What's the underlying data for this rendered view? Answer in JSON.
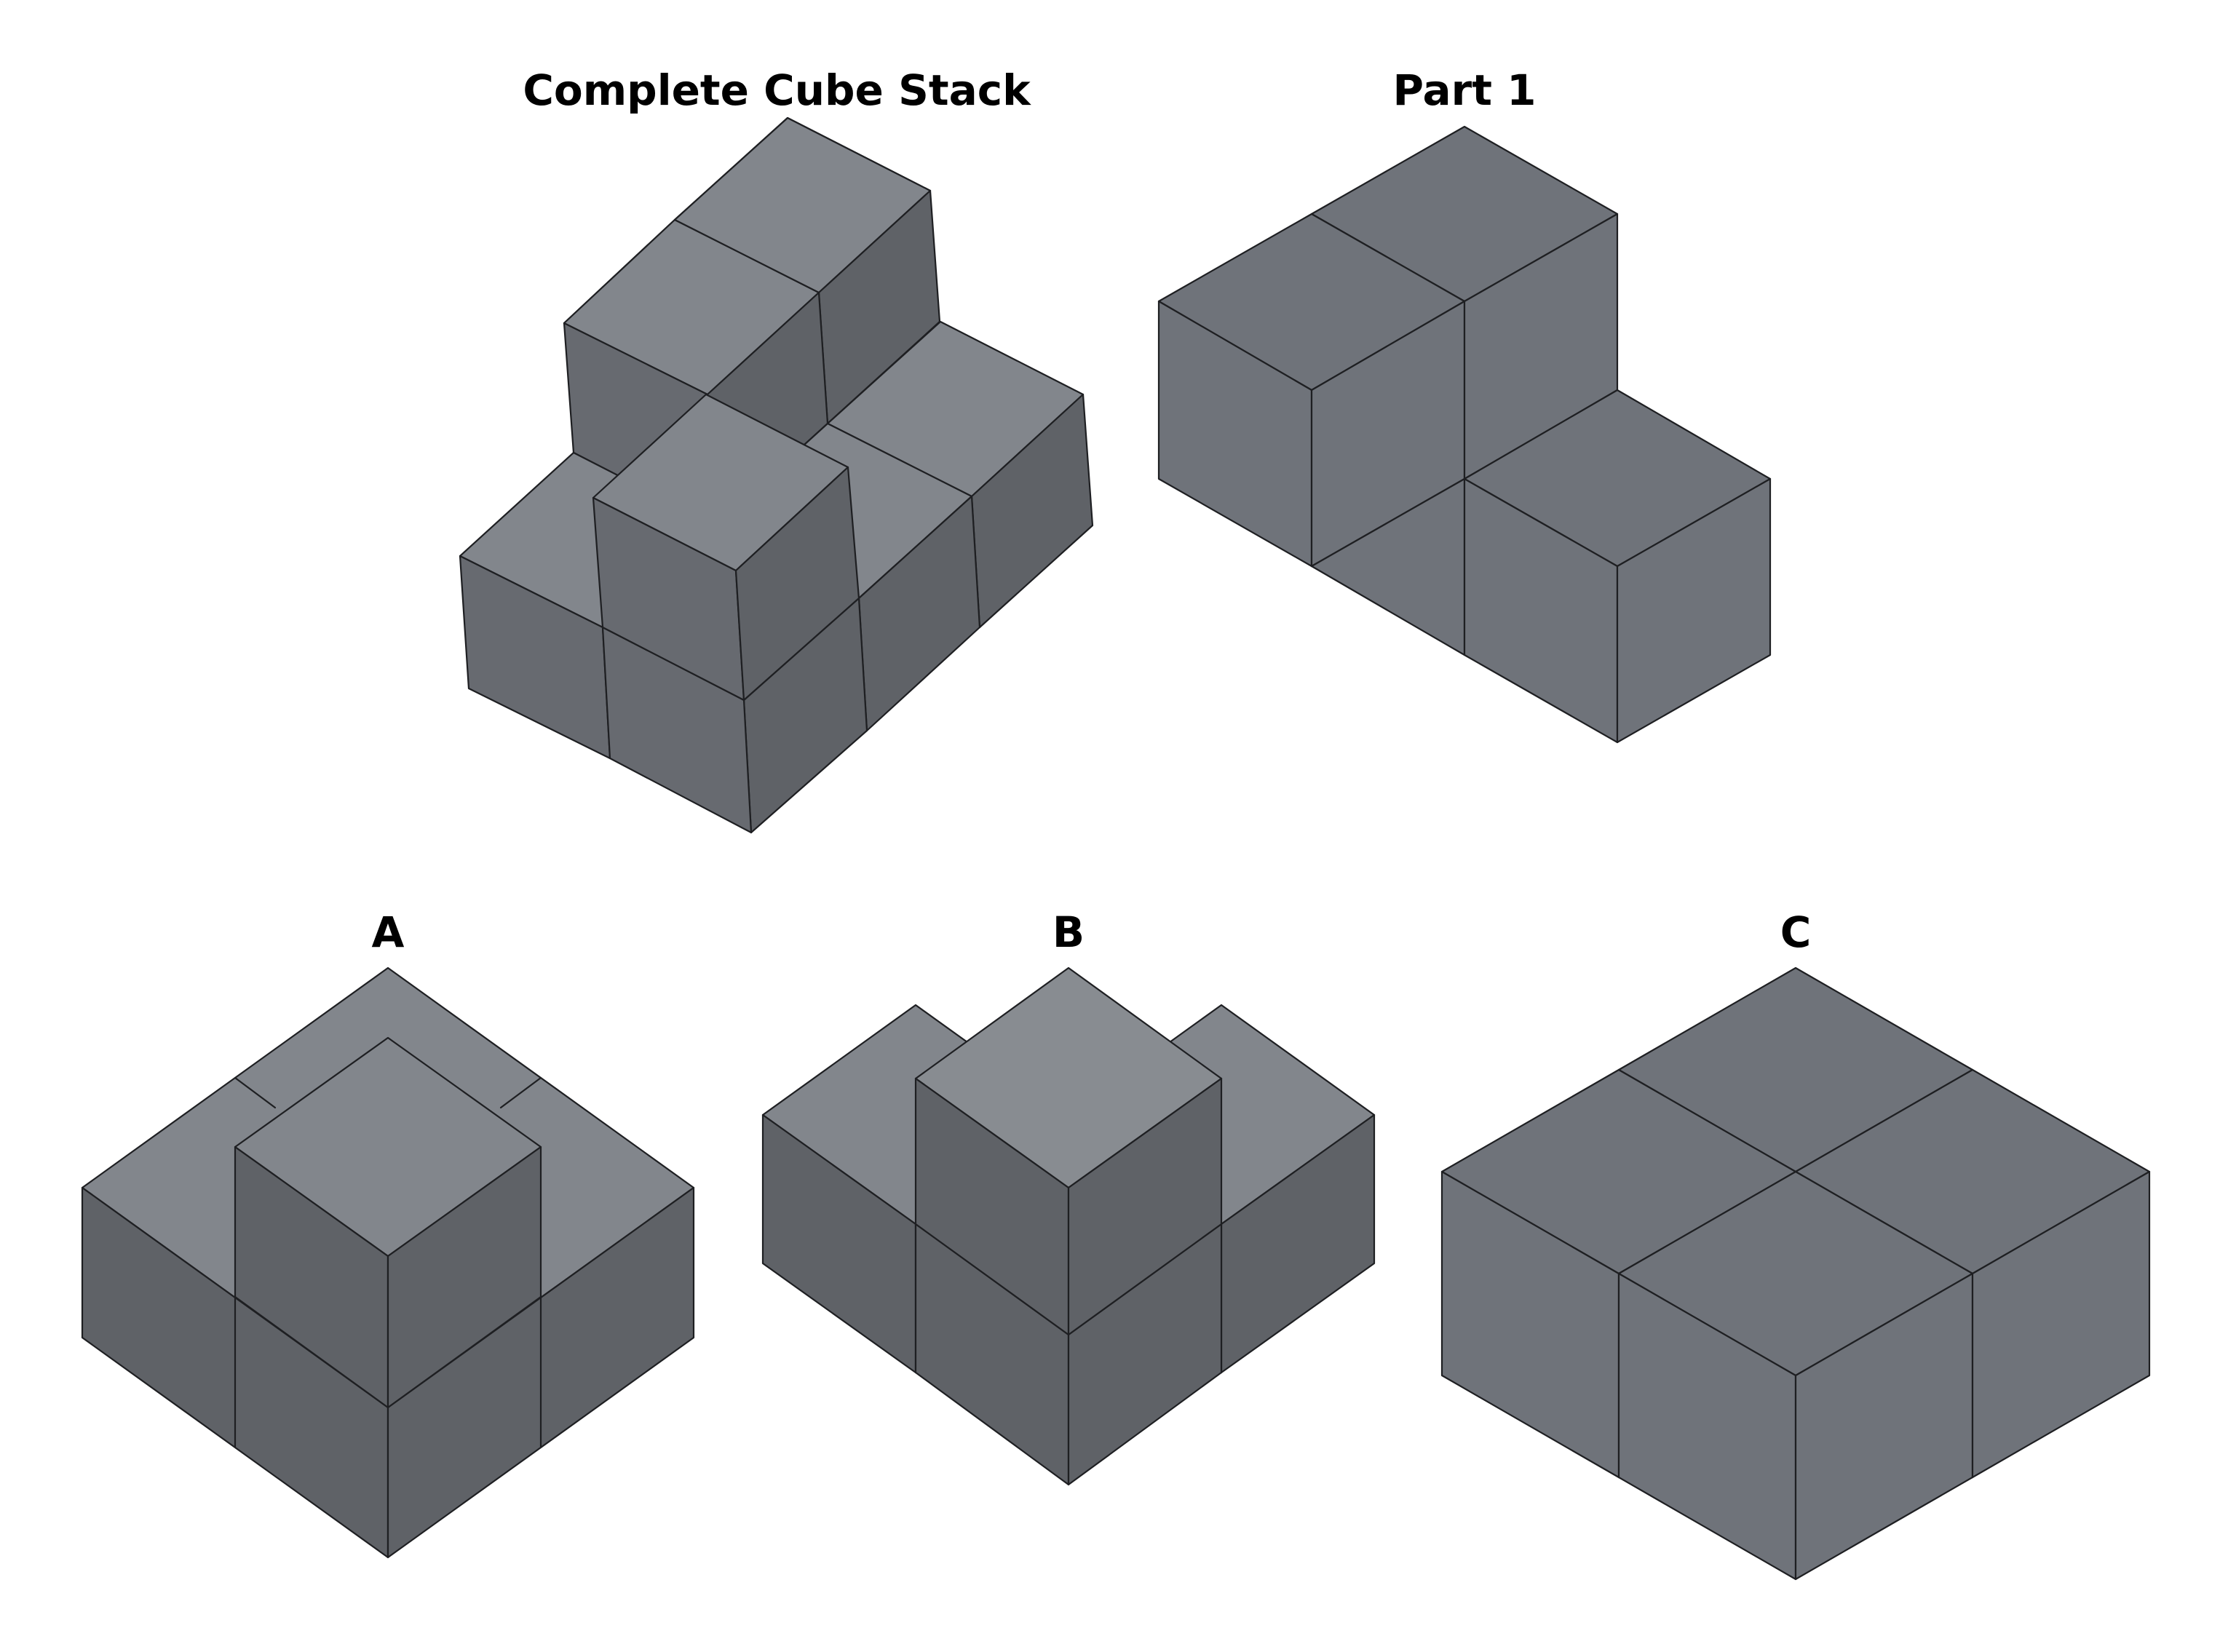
{
  "panels": {
    "complete": {
      "title": "Complete Cube Stack"
    },
    "part1": {
      "title": "Part 1"
    },
    "option_a": {
      "title": "A"
    },
    "option_b": {
      "title": "B"
    },
    "option_c": {
      "title": "C"
    }
  },
  "colors": {
    "top_light": "#82868c",
    "side_dark": "#5f6267",
    "side_mid": "#676a70",
    "part_gray": "#6f737a",
    "edge": "#1e1f22",
    "background": "#ffffff"
  }
}
